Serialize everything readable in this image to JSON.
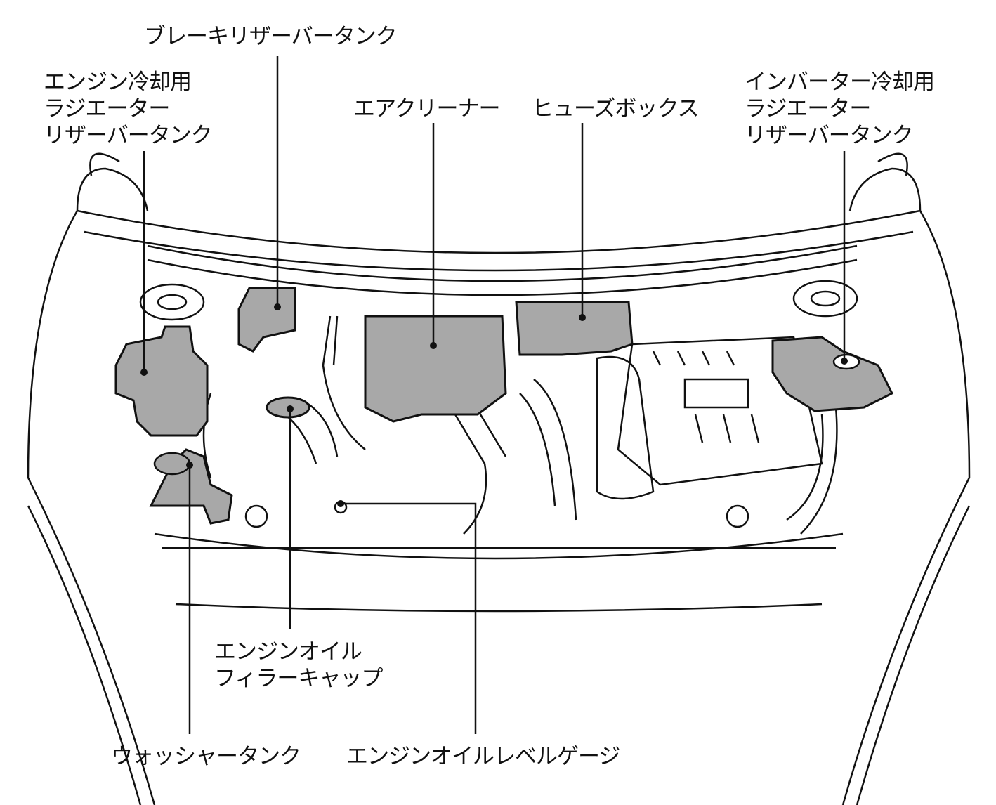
{
  "labels": {
    "brake_reservoir": "ブレーキリザーバータンク",
    "engine_coolant": [
      "エンジン冷却用",
      "ラジエーター",
      "リザーバータンク"
    ],
    "air_cleaner": "エアクリーナー",
    "fuse_box": "ヒューズボックス",
    "inverter_coolant": [
      "インバーター冷却用",
      "ラジエーター",
      "リザーバータンク"
    ],
    "oil_filler_cap": [
      "エンジンオイル",
      "フィラーキャップ"
    ],
    "washer_tank": "ウォッシャータンク",
    "oil_dipstick": "エンジンオイルレベルゲージ"
  },
  "colors": {
    "highlight": "#a8a8a8",
    "line": "#111111"
  }
}
